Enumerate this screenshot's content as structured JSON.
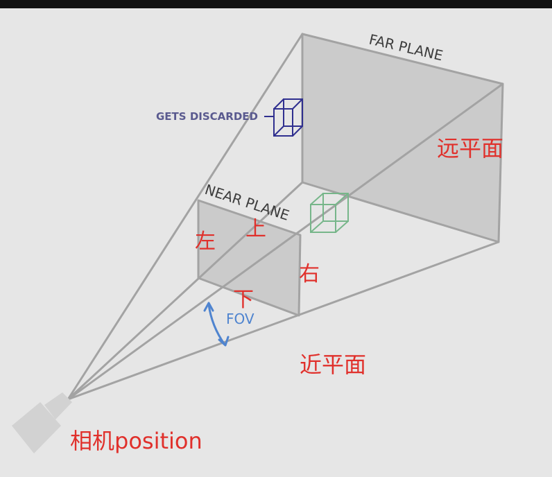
{
  "labels": {
    "far_plane": "FAR PLANE",
    "near_plane": "NEAR PLANE",
    "gets_discarded": "GETS DISCARDED",
    "fov": "FOV"
  },
  "annotations": {
    "far_plane_cn": "远平面",
    "near_plane_cn": "近平面",
    "left": "左",
    "top": "上",
    "right": "右",
    "bottom": "下",
    "camera_position": "相机position"
  },
  "colors": {
    "background": "#e6e6e6",
    "top_bar": "#121212",
    "frustum_line": "#a3a3a3",
    "plane_fill": "#cbcbcb",
    "annotation_red": "#e0302b",
    "discarded_cube": "#2f2f8f",
    "kept_cube": "#77b68a",
    "fov_arrow": "#4f84cf"
  },
  "icons": {
    "camera": "camera-icon",
    "discarded_cube": "wireframe-cube-icon",
    "kept_cube": "wireframe-cube-icon"
  }
}
